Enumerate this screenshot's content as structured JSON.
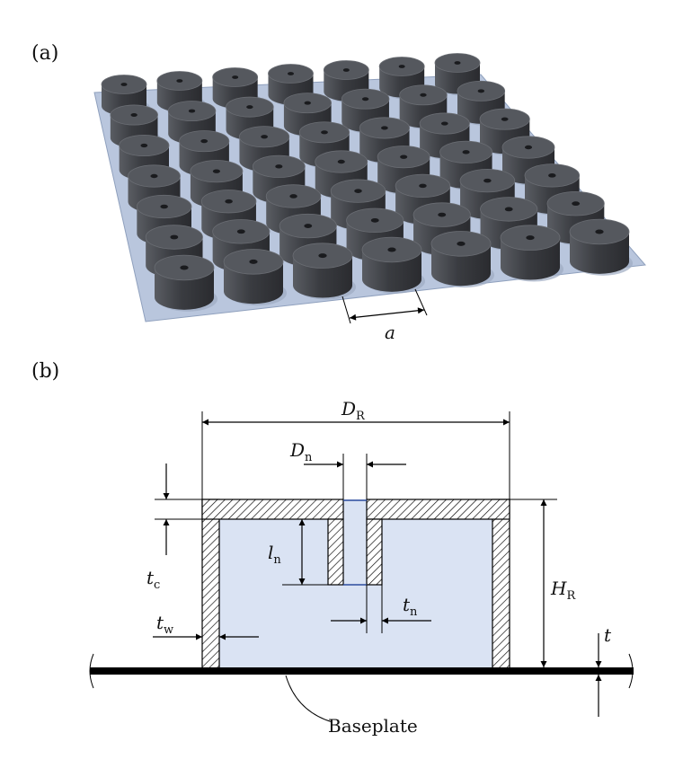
{
  "panel_a": {
    "label": "(a)",
    "spacing_label": "a",
    "grid_rows": 7,
    "grid_cols": 7
  },
  "panel_b": {
    "label": "(b)",
    "D_R": {
      "main": "D",
      "sub": "R"
    },
    "D_n": {
      "main": "D",
      "sub": "n"
    },
    "t_c": {
      "main": "t",
      "sub": "c"
    },
    "l_n": {
      "main": "l",
      "sub": "n"
    },
    "H_R": {
      "main": "H",
      "sub": "R"
    },
    "t_w": {
      "main": "t",
      "sub": "w"
    },
    "t_n": {
      "main": "t",
      "sub": "n"
    },
    "t": "t",
    "baseplate_label": "Baseplate"
  },
  "colors": {
    "plate": "#b9c6dd",
    "plate_edge": "#8fa0bd",
    "resonator": "#45474c",
    "resonator_top": "#55585e",
    "cavity_fill": "#dae3f3",
    "neck_line": "#2c4c9e"
  }
}
